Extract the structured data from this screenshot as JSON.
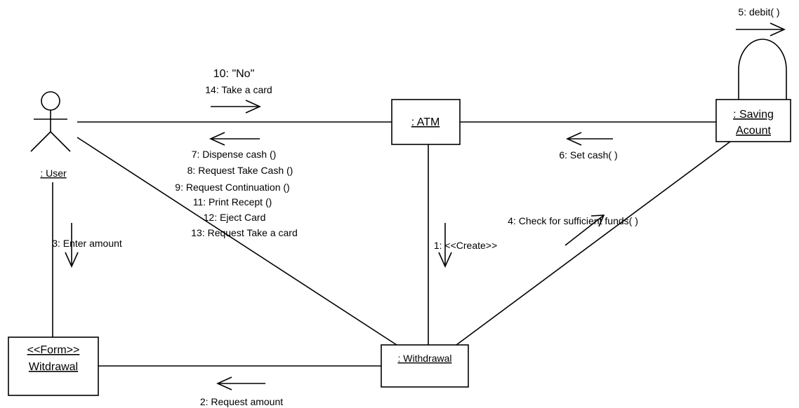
{
  "objects": {
    "user": ": User",
    "atm": ": ATM",
    "saving_line1": ": Saving",
    "saving_line2": "Acount",
    "form_line1": "<<Form>>",
    "form_line2": "Witdrawal",
    "withdrawal": ": Withdrawal"
  },
  "messages": {
    "m1": "1: <<Create>>",
    "m2": "2: Request amount",
    "m3": "3: Enter amount",
    "m4": "4: Check for sufficient funds( )",
    "m5": "5: debit( )",
    "m6": "6: Set cash( )",
    "m7": "7: Dispense cash ()",
    "m8": "8: Request Take Cash ()",
    "m9": "9: Request Continuation ()",
    "m10": "10: \"No\"",
    "m11": "11: Print Recept ()",
    "m12": "12: Eject Card",
    "m13": "13: Request Take  a card",
    "m14": "14: Take a card"
  }
}
